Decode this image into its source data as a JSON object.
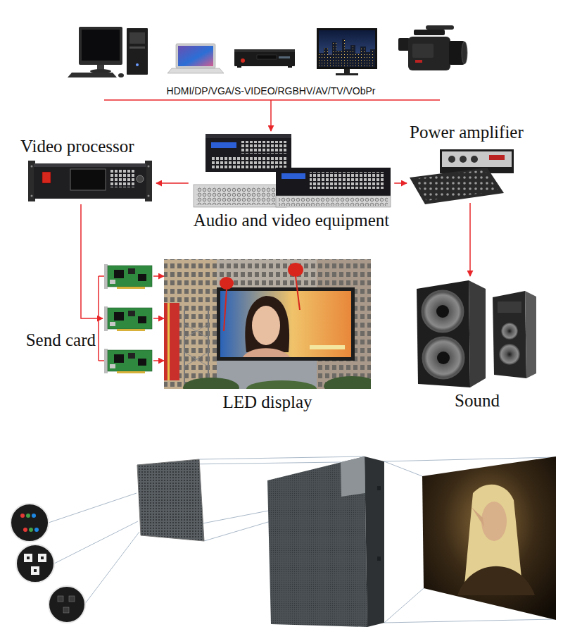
{
  "diagram": {
    "nodes": [
      {
        "text": [
          "HDMI/DP/VGA/S-VIDEO/RGBHV/AV/TV/VObPr"
        ]
      },
      {
        "text": [
          "Video processor"
        ]
      },
      {
        "text": [
          "Audio and video equipment"
        ]
      },
      {
        "text": [
          "Power amplifier"
        ]
      },
      {
        "text": [
          "Send card"
        ]
      },
      {
        "text": [
          "LED display"
        ]
      },
      {
        "text": [
          "Sound"
        ]
      }
    ],
    "edges": [
      {
        "from": 0,
        "to": 2,
        "arrow": "to"
      },
      {
        "from": 2,
        "to": 1,
        "arrow": "to"
      },
      {
        "from": 2,
        "to": 3,
        "arrow": "to"
      },
      {
        "from": 1,
        "to": 4,
        "arrow": "to"
      },
      {
        "from": 4,
        "to": 5,
        "arrow": "to"
      },
      {
        "from": 3,
        "to": 6,
        "arrow": "to"
      }
    ]
  }
}
